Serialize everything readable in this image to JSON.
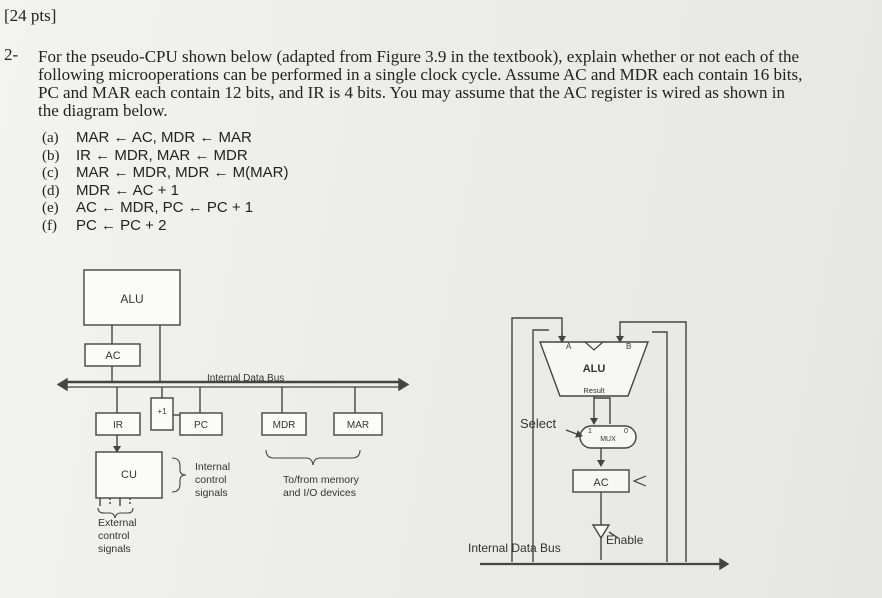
{
  "header": "[24 pts]",
  "question": {
    "number": "2-",
    "lines": [
      "For the pseudo-CPU shown below (adapted from Figure 3.9 in the textbook), explain whether or not each of the",
      "following microoperations can be performed in a single clock cycle.  Assume AC and MDR each contain 16 bits,",
      "PC and MAR each contain 12 bits, and IR is 4 bits. You may assume that the AC register is wired as shown in",
      "the diagram below."
    ],
    "options": [
      {
        "label": "(a)",
        "text": "MAR ← AC, MDR ← MAR"
      },
      {
        "label": "(b)",
        "text": "IR ← MDR, MAR ← MDR"
      },
      {
        "label": "(c)",
        "text": "MAR ← MDR, MDR ← M(MAR)"
      },
      {
        "label": "(d)",
        "text": "MDR ← AC + 1"
      },
      {
        "label": "(e)",
        "text": "AC ← MDR, PC ← PC + 1"
      },
      {
        "label": "(f)",
        "text": "PC ← PC + 2"
      }
    ]
  },
  "left_diagram": {
    "alu": "ALU",
    "ac": "AC",
    "bus": "Internal Data Bus",
    "ir": "IR",
    "inc": "+1",
    "pc": "PC",
    "mdr": "MDR",
    "mar": "MAR",
    "cu": "CU",
    "internal_control": [
      "Internal",
      "control",
      "signals"
    ],
    "memory": [
      "To/from memory",
      "and I/O devices"
    ],
    "external": [
      "External",
      "control",
      "signals"
    ]
  },
  "right_diagram": {
    "alu": "ALU",
    "a": "A",
    "b": "B",
    "result": "Result",
    "select": "Select",
    "mux": "MUX",
    "mux_1": "1",
    "mux_0": "0",
    "ac": "AC",
    "enable": "Enable",
    "bus": "Internal Data Bus"
  }
}
